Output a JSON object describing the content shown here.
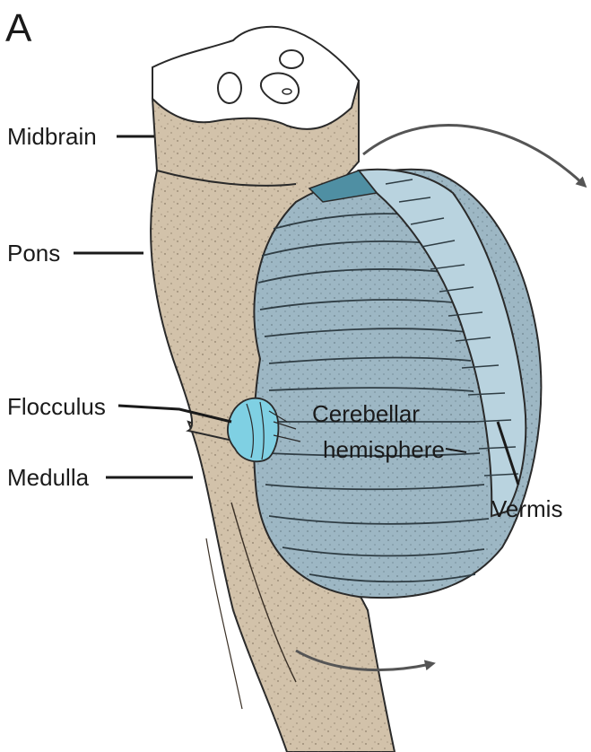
{
  "panel_letter": "A",
  "labels": {
    "midbrain": "Midbrain",
    "pons": "Pons",
    "flocculus": "Flocculus",
    "medulla": "Medulla",
    "cerebellar_line1": "Cerebellar",
    "cerebellar_line2": "hemisphere",
    "vermis": "Vermis"
  },
  "colors": {
    "brainstem": "#d2c2aa",
    "cerebellum": "#9db7c4",
    "vermis": "#b9d3df",
    "flocculus": "#7fd0e3",
    "arrow": "#555555"
  }
}
